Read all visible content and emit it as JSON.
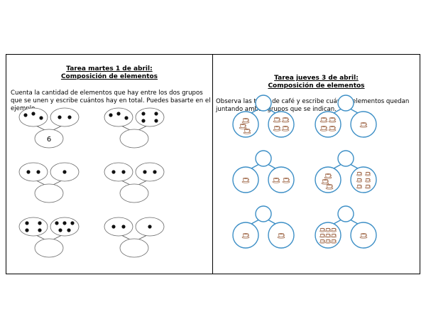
{
  "left_panel": {
    "title_line1": "Tarea martes 1 de abril:",
    "title_line2": "Composición de elementos",
    "instructions": "Cuenta la cantidad de elementos que hay entre los dos grupos que se unen y escribe cuántos hay en total. Puedes basarte en el ejemplo.",
    "exercises": [
      {
        "left_dots": 3,
        "right_dots": 2,
        "answer": "6"
      },
      {
        "left_dots": 3,
        "right_dots": 4,
        "answer": ""
      },
      {
        "left_dots": 2,
        "right_dots": 1,
        "answer": ""
      },
      {
        "left_dots": 2,
        "right_dots": 2,
        "answer": ""
      },
      {
        "left_dots": 4,
        "right_dots": 5,
        "answer": ""
      },
      {
        "left_dots": 2,
        "right_dots": 1,
        "answer": ""
      }
    ]
  },
  "right_panel": {
    "title_line1": "Tarea jueves 3 de abril:",
    "title_line2": "Composición de elementos",
    "instructions": "Observa las tazas de café y escribe cuántos elementos quedan juntando ambos grupos que se indican.",
    "exercises": [
      {
        "left_cups": 3,
        "right_cups": 4
      },
      {
        "left_cups": 4,
        "right_cups": 1
      },
      {
        "left_cups": 1,
        "right_cups": 2
      },
      {
        "left_cups": 3,
        "right_cups": 6
      },
      {
        "left_cups": 1,
        "right_cups": 1
      },
      {
        "left_cups": 9,
        "right_cups": 1
      }
    ]
  },
  "colors": {
    "circle_stroke": "#3d8fc6",
    "cup": "#a0694a",
    "dot": "#111111"
  },
  "icons": {
    "dot": "filled-dot-icon",
    "cup": "coffee-cup-icon"
  }
}
